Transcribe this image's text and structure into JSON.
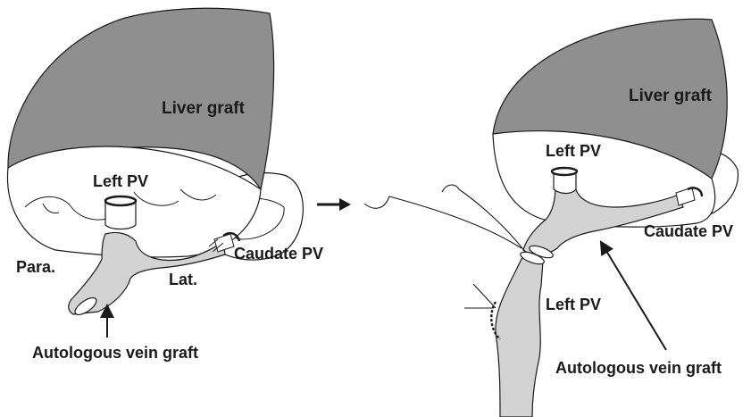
{
  "left_panel": {
    "liver_graft": "Liver graft",
    "left_pv": "Left PV",
    "para": "Para.",
    "lat": "Lat.",
    "caudate_pv": "Caudate PV",
    "vein_graft": "Autologous vein graft"
  },
  "right_panel": {
    "liver_graft": "Liver graft",
    "left_pv_top": "Left PV",
    "caudate_pv": "Caudate PV",
    "left_pv_bottom": "Left PV",
    "vein_graft": "Autologous vein graft"
  },
  "colors": {
    "liver_fill": "#8f8f8f",
    "vessel_fill": "#d3d3d3",
    "outline": "#1a1a1a",
    "background": "#ffffff"
  }
}
